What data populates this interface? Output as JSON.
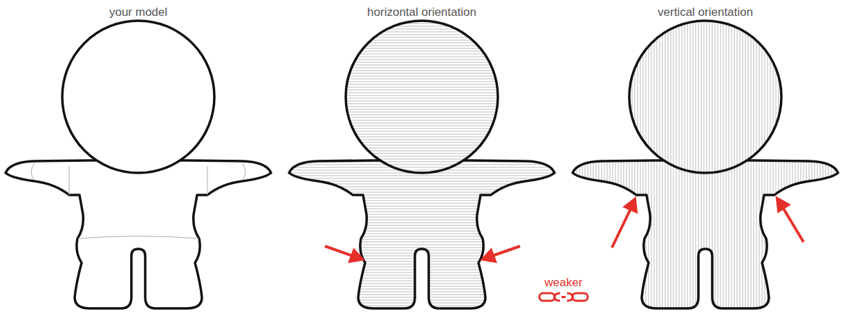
{
  "diagram": {
    "labels": [
      "your model",
      "horizontal orientation",
      "vertical orientation",
      "weaker"
    ]
  }
}
